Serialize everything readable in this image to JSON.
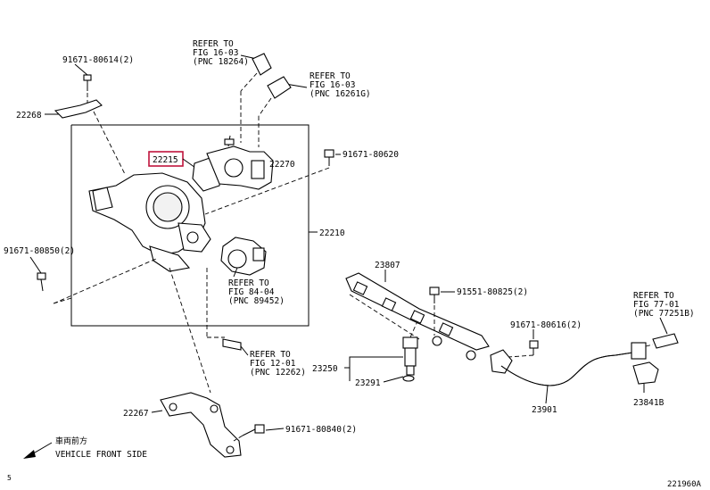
{
  "labels": {
    "p91671_80614": "91671-80614(2)",
    "refer_a_1": "REFER TO",
    "refer_a_2": "FIG 16-03",
    "refer_a_3": "(PNC 18264)",
    "refer_b_1": "REFER TO",
    "refer_b_2": "FIG 16-03",
    "refer_b_3": "(PNC 16261G)",
    "p22268": "22268",
    "p22215": "22215",
    "p22270": "22270",
    "p91671_80620": "91671-80620",
    "p22210": "22210",
    "p91671_80850": "91671-80850(2)",
    "refer_c_1": "REFER TO",
    "refer_c_2": "FIG 84-04",
    "refer_c_3": "(PNC 89452)",
    "p23807": "23807",
    "p91551_80825": "91551-80825(2)",
    "refer_d_1": "REFER TO",
    "refer_d_2": "FIG 77-01",
    "refer_d_3": "(PNC 77251B)",
    "p91671_80616": "91671-80616(2)",
    "refer_e_1": "REFER TO",
    "refer_e_2": "FIG 12-01",
    "refer_e_3": "(PNC 12262)",
    "p23250": "23250",
    "p23291": "23291",
    "p23901": "23901",
    "p23841B": "23841B",
    "p22267": "22267",
    "p91671_80840": "91671-80840(2)",
    "front_cn": "車両前方",
    "front_en": "VEHICLE FRONT SIDE",
    "diagram_id": "221960A",
    "corner": "5"
  },
  "colors": {
    "highlight": "#c0143c",
    "ink": "#000000"
  }
}
